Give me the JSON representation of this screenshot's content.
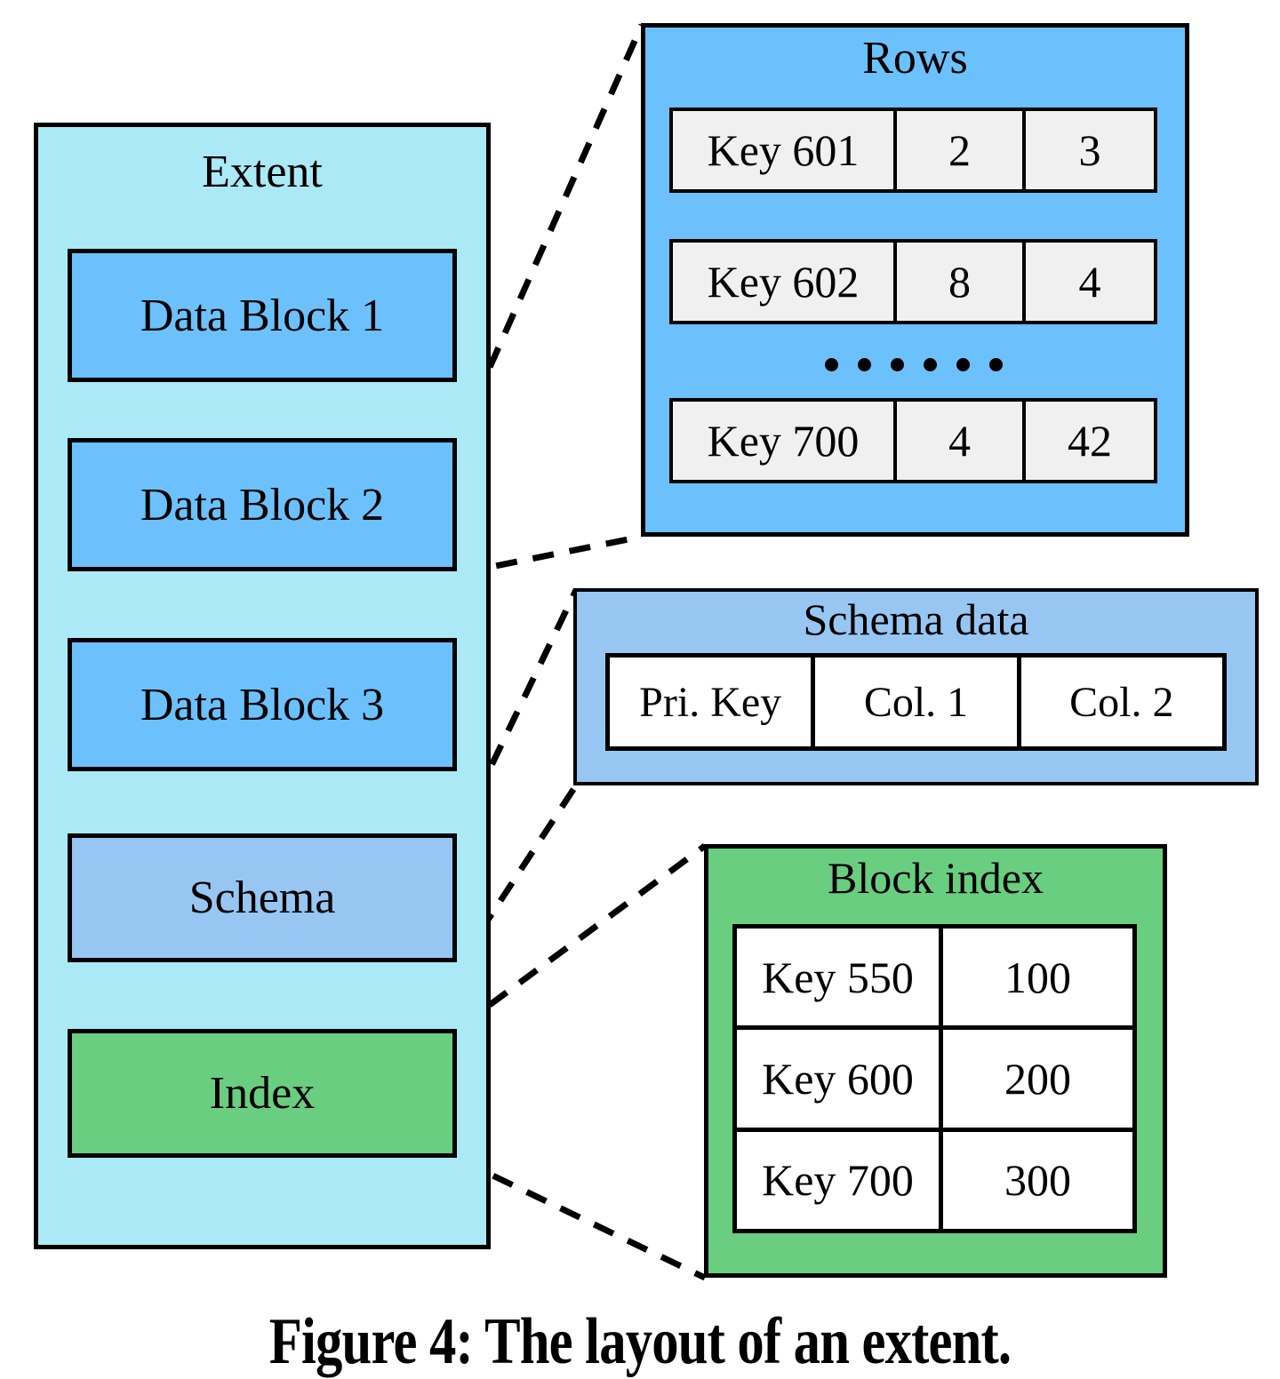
{
  "figure": {
    "caption": "Figure 4: The layout of an extent."
  },
  "extent": {
    "title": "Extent",
    "blocks": [
      {
        "label": "Data Block 1",
        "color": "#6cc1fc"
      },
      {
        "label": "Data Block 2",
        "color": "#6cc1fc"
      },
      {
        "label": "Data Block 3",
        "color": "#6cc1fc"
      },
      {
        "label": "Schema",
        "color": "#97c6f2"
      },
      {
        "label": "Index",
        "color": "#69ce80"
      }
    ]
  },
  "rows_panel": {
    "title": "Rows",
    "rows": [
      [
        "Key 601",
        "2",
        "3"
      ],
      [
        "Key 602",
        "8",
        "4"
      ],
      [
        "Key 700",
        "4",
        "42"
      ]
    ],
    "ellipsis": "......",
    "ellipsis_dot_count": 6
  },
  "schema_panel": {
    "title": "Schema data",
    "columns": [
      "Pri. Key",
      "Col. 1",
      "Col. 2"
    ]
  },
  "index_panel": {
    "title": "Block index",
    "rows": [
      [
        "Key 550",
        "100"
      ],
      [
        "Key 600",
        "200"
      ],
      [
        "Key 700",
        "300"
      ]
    ]
  },
  "colors": {
    "extent_background": "#ace9f7",
    "data_block": "#6cc1fc",
    "schema_block": "#97c6f2",
    "index_block": "#69ce80",
    "rows_cell": "#f0f0f0",
    "table_cell": "#ffffff",
    "stroke": "#000000",
    "page_background": "#ffffff"
  }
}
